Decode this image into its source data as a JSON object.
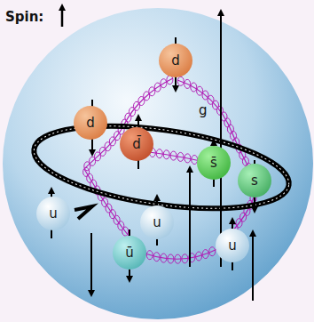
{
  "diagram": {
    "nodes": [
      {
        "text": [
          "d"
        ]
      },
      {
        "text": [
          "d"
        ]
      },
      {
        "text": [
          "d̄"
        ]
      },
      {
        "text": [
          "s̄"
        ]
      },
      {
        "text": [
          "s"
        ]
      },
      {
        "text": [
          "u"
        ]
      },
      {
        "text": [
          "u"
        ]
      },
      {
        "text": [
          "ū"
        ]
      },
      {
        "text": [
          "u"
        ]
      }
    ],
    "labels": [
      "Spin:",
      "g"
    ]
  }
}
